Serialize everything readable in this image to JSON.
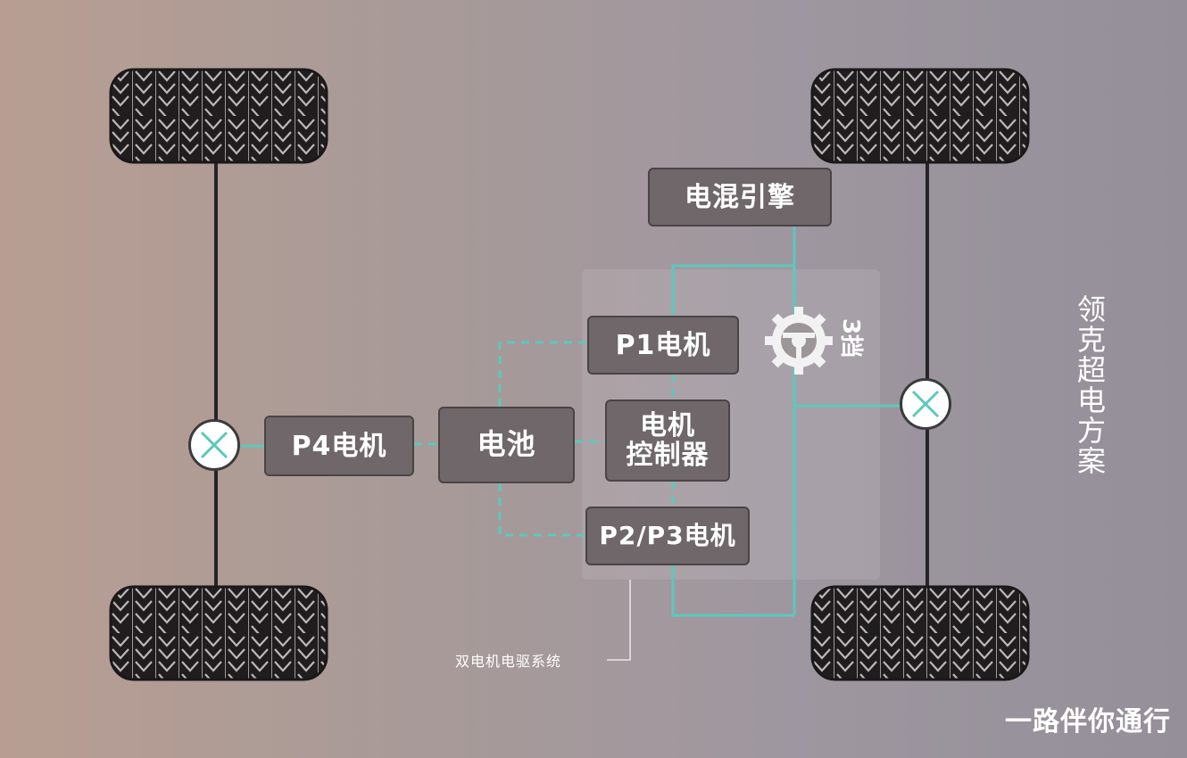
{
  "title": "领克超电方案",
  "nodes": {
    "engine": "电混引擎",
    "p1": "P1电机",
    "controller_line1": "电机",
    "controller_line2": "控制器",
    "battery": "电池",
    "p4": "P4电机",
    "p23": "P2/P3电机"
  },
  "gearbox": "3挡",
  "subsystem_label": "双电机电驱系统",
  "watermark": "一路伴你通行",
  "colors": {
    "connector": "#5cc8bd",
    "box": "#6f6769",
    "tire": "#222021"
  }
}
